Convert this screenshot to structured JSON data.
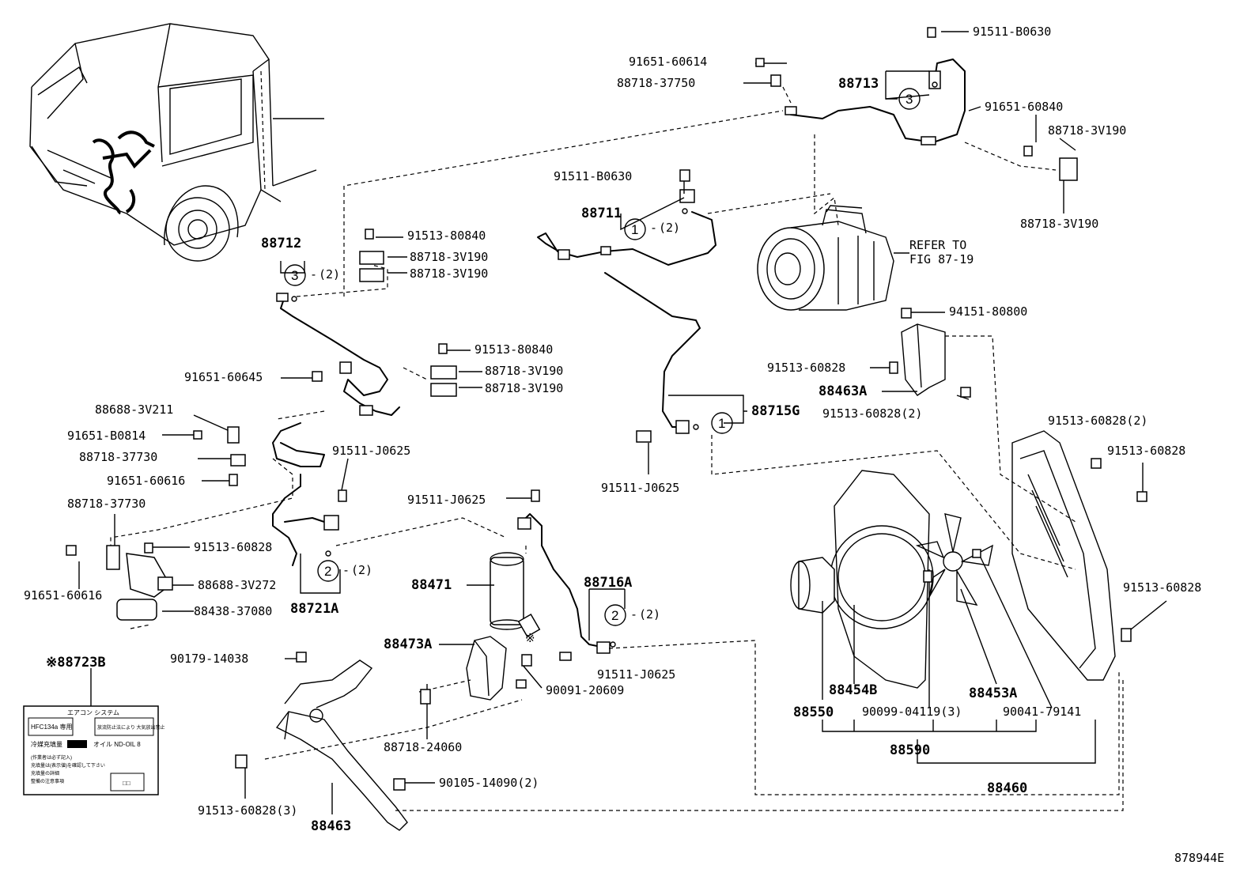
{
  "diagram_id": "878944E",
  "callouts": {
    "c1": "91511-B0630",
    "c2": "91651-60614",
    "c3": "88718-37750",
    "c4": "88713",
    "c5": "91651-60840",
    "c6": "88718-3V190",
    "c7": "88718-3V190",
    "c8": "91511-B0630",
    "c9": "88711",
    "c10": "REFER TO",
    "c11": "FIG 87-19",
    "c12": "88712",
    "c13": "91513-80840",
    "c14": "88718-3V190",
    "c15": "88718-3V190",
    "c16": "94151-80800",
    "c17": "91513-80840",
    "c18": "88718-3V190",
    "c19": "88718-3V190",
    "c20": "91651-60645",
    "c21": "91513-60828",
    "c22": "88463A",
    "c23": "91513-60828(2)",
    "c24": "88715G",
    "c25": "88688-3V211",
    "c26": "91651-B0814",
    "c27": "88718-37730",
    "c28": "91511-J0625",
    "c29": "91651-60616",
    "c30": "91511-J0625",
    "c31": "91513-60828(2)",
    "c32": "91513-60828",
    "c33": "91511-J0625",
    "c34": "88718-37730",
    "c35": "91513-60828",
    "c36": "88471",
    "c37": "88716A",
    "c38": "91651-60616",
    "c39": "88688-3V272",
    "c40": "91513-60828",
    "c41": "88438-37080",
    "c42": "88721A",
    "c43": "※88723B",
    "c44": "88473A",
    "c45": "90179-14038",
    "c46": "91511-J0625",
    "c47": "90091-20609",
    "c48": "88454B",
    "c49": "88453A",
    "c50": "88550",
    "c51": "90099-04119(3)",
    "c52": "90041-79141",
    "c53": "88718-24060",
    "c54": "88590",
    "c55": "90105-14090(2)",
    "c56": "88460",
    "c57": "91513-60828(3)",
    "c58": "88463"
  },
  "circle_markers": {
    "m1": "1",
    "m2": "2",
    "m3": "3"
  },
  "qty_notes": {
    "q2": "(2)"
  },
  "asterisk_mark": "※",
  "label_card": {
    "header": "エアコン システム",
    "refrigerant": "HFC134a 専用",
    "warning": "放流防止法により 大気放出禁止",
    "charge": "冷媒充填量",
    "oil": "オイル ND-OIL 8",
    "note_lines": [
      "(作業者は必ず記入)",
      "充填量は(表示値)を確認して下さい",
      "充填量の詳細",
      "整備の注意事項"
    ]
  }
}
